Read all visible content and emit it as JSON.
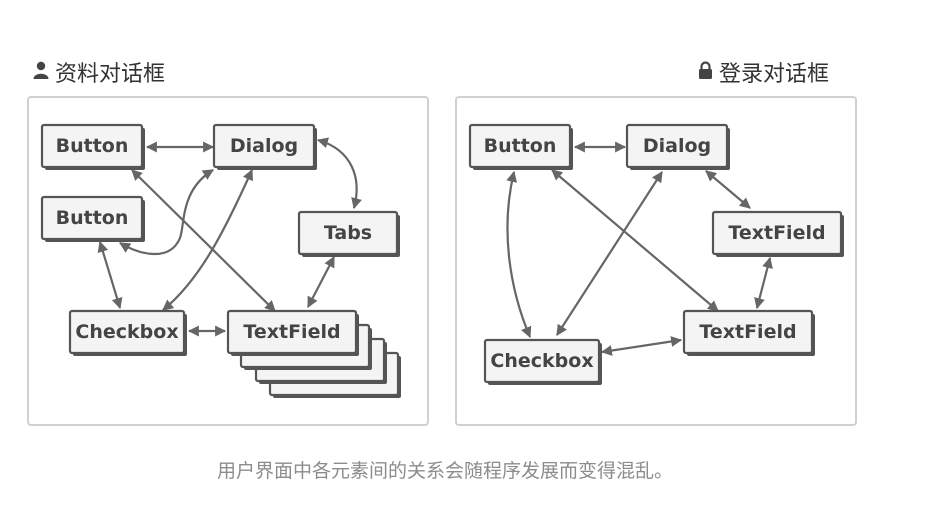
{
  "left_panel": {
    "title": "资料对话框",
    "icon": "user-icon",
    "nodes": {
      "button1": "Button",
      "dialog": "Dialog",
      "button2": "Button",
      "tabs": "Tabs",
      "checkbox": "Checkbox",
      "textfield": "TextField"
    }
  },
  "right_panel": {
    "title": "登录对话框",
    "icon": "lock-icon",
    "nodes": {
      "button": "Button",
      "dialog": "Dialog",
      "textfield1": "TextField",
      "textfield2": "TextField",
      "checkbox": "Checkbox"
    }
  },
  "caption": "用户界面中各元素间的关系会随程序发展而变得混乱。"
}
